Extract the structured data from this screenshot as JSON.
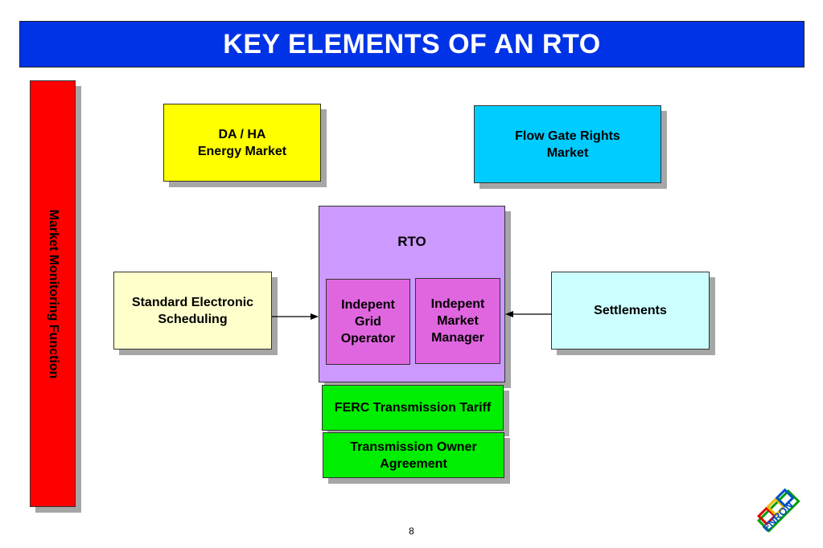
{
  "title": "KEY ELEMENTS OF AN RTO",
  "side_bar": {
    "label": "Market Monitoring Function",
    "color": "#ff0000"
  },
  "boxes": {
    "energy_market": {
      "label": "DA / HA\nEnergy Market",
      "color": "#ffff00"
    },
    "flow_gate": {
      "label": "Flow Gate Rights\nMarket",
      "color": "#00ccff"
    },
    "scheduling": {
      "label": "Standard Electronic\nScheduling",
      "color": "#ffffcc"
    },
    "settlements": {
      "label": "Settlements",
      "color": "#ccffff"
    },
    "ferc": {
      "label": "FERC Transmission Tariff",
      "color": "#00ee00"
    },
    "owner_agreement": {
      "label": "Transmission Owner\nAgreement",
      "color": "#00ee00"
    }
  },
  "rto": {
    "label": "RTO",
    "color": "#cc99ff",
    "grid_operator": "Indepent\nGrid\nOperator",
    "market_manager": "Indepent\nMarket\nManager"
  },
  "page_number": "8",
  "logo": {
    "text": "ENRON",
    "icon": "enron-logo"
  }
}
